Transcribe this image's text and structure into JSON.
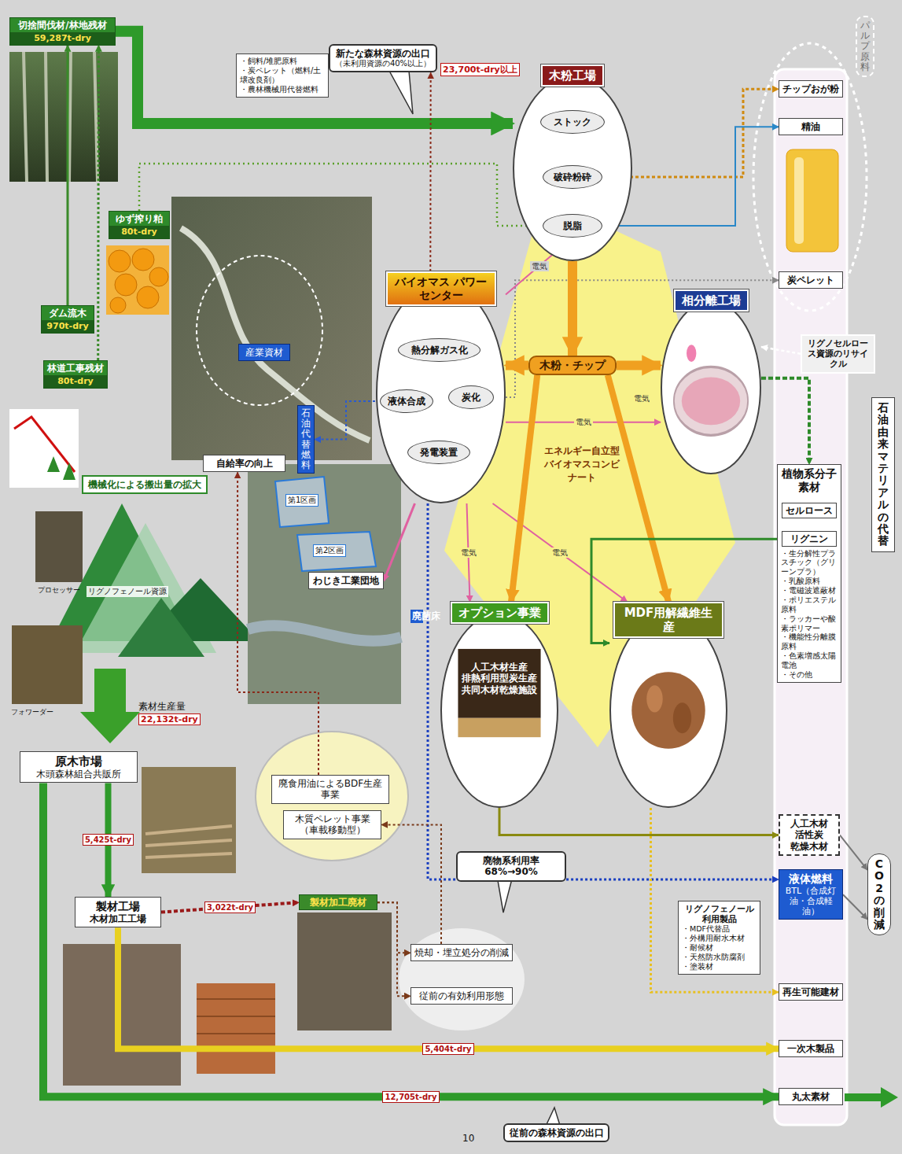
{
  "diagram": {
    "nodes": [
      {
        "text": [
          "切捨間伐材/林地残材",
          "59,287t-dry"
        ]
      },
      {
        "text": [
          "ゆず搾り粕",
          "80t-dry"
        ]
      },
      {
        "text": [
          "ダム流木",
          "970t-dry"
        ]
      },
      {
        "text": [
          "林道工事残材",
          "80t-dry"
        ]
      },
      {
        "text": [
          "・飼料/堆肥原料",
          "・炭ペレット（燃料/土壌改良剤）",
          "・農林機械用代替燃料"
        ]
      },
      {
        "text": [
          "新たな森林資源の出口",
          "（未利用資源の40%以上）"
        ]
      },
      {
        "text": [
          "木粉工場"
        ]
      },
      {
        "text": [
          "ストック"
        ],
        "in": 6
      },
      {
        "text": [
          "破砕粉砕"
        ],
        "in": 6
      },
      {
        "text": [
          "脱脂"
        ],
        "in": 6
      },
      {
        "text": [
          "チップおが粉"
        ]
      },
      {
        "text": [
          "精油"
        ]
      },
      {
        "text": [
          "炭ペレット"
        ]
      },
      {
        "text": [
          "バイオマス パワーセンター"
        ]
      },
      {
        "text": [
          "熱分解ガス化"
        ],
        "in": 13
      },
      {
        "text": [
          "液体合成"
        ],
        "in": 13
      },
      {
        "text": [
          "炭化"
        ],
        "in": 13
      },
      {
        "text": [
          "発電装置"
        ],
        "in": 13
      },
      {
        "text": [
          "相分離工場"
        ]
      },
      {
        "text": [
          "木粉・チップ"
        ]
      },
      {
        "text": [
          "オプション事業",
          "人工木材生産",
          "排熱利用型炭生産",
          "共同木材乾燥施設"
        ]
      },
      {
        "text": [
          "MDF用解繊維生産"
        ]
      },
      {
        "text": [
          "植物系分子素材",
          "・生分解性プラスチック（グリーンプラ）",
          "・乳酸原料",
          "・電磁波遮蔽材",
          "・ポリエステル原料",
          "・ラッカーや酸素ポリマー",
          "・機能性分離膜原料",
          "・色素増感太陽電池",
          "・その他"
        ]
      },
      {
        "text": [
          "セルロース"
        ],
        "in": 22
      },
      {
        "text": [
          "リグニン"
        ],
        "in": 22
      },
      {
        "text": [
          "人工木材",
          "活性炭",
          "乾燥木材"
        ]
      },
      {
        "text": [
          "液体燃料",
          "BTL（合成灯油・合成軽油）"
        ]
      },
      {
        "text": [
          "再生可能建材"
        ]
      },
      {
        "text": [
          "一次木製品"
        ]
      },
      {
        "text": [
          "丸太素材"
        ]
      },
      {
        "text": [
          "石油由来マテリアルの代替"
        ]
      },
      {
        "text": [
          "CO2の削減"
        ]
      },
      {
        "text": [
          "原木市場",
          "木頭森林組合共販所"
        ]
      },
      {
        "text": [
          "製材工場",
          "木材加工工場"
        ]
      },
      {
        "text": [
          "製材加工廃材"
        ]
      },
      {
        "text": [
          "焼却・埋立処分の削減"
        ]
      },
      {
        "text": [
          "従前の有効利用形態"
        ]
      },
      {
        "text": [
          "廃食用油によるBDF生産事業"
        ]
      },
      {
        "text": [
          "木質ペレット事業（車載移動型）"
        ]
      },
      {
        "text": [
          "リグノフェノール利用製品",
          "・MDF代替品",
          "・外構用耐水木材",
          "・耐候材",
          "・天然防水防腐剤",
          "・塗装材"
        ]
      },
      {
        "text": [
          "廃物系利用率68%→90%"
        ]
      },
      {
        "text": [
          "機械化による搬出量の拡大"
        ]
      },
      {
        "text": [
          "従前の森林資源の出口"
        ]
      },
      {
        "text": [
          "リグノセルロース資源のリサイクル"
        ]
      },
      {
        "text": [
          "産業資材"
        ]
      },
      {
        "text": [
          "石油代替燃料"
        ]
      },
      {
        "text": [
          "自給率の向上"
        ]
      },
      {
        "text": [
          "わじき工業団地"
        ]
      },
      {
        "text": [
          "パルプ原料"
        ]
      }
    ],
    "edges": [
      {
        "from": 0,
        "to": 6,
        "arrow": "to"
      },
      {
        "from": 1,
        "to": 9,
        "arrow": "to"
      },
      {
        "from": 2,
        "to": 0,
        "arrow": "to"
      },
      {
        "from": 3,
        "to": 0,
        "arrow": "to"
      },
      {
        "from": 7,
        "to": 8,
        "arrow": "to"
      },
      {
        "from": 8,
        "to": 9,
        "arrow": "to"
      },
      {
        "from": 8,
        "to": 10,
        "arrow": "to"
      },
      {
        "from": 9,
        "to": 11,
        "arrow": "to"
      },
      {
        "from": 16,
        "to": 12,
        "arrow": "to"
      },
      {
        "from": 13,
        "to": 5,
        "arrow": "to"
      },
      {
        "from": 14,
        "to": 15,
        "arrow": "to"
      },
      {
        "from": 14,
        "to": 16,
        "arrow": "to"
      },
      {
        "from": 14,
        "to": 17,
        "arrow": "to"
      },
      {
        "from": 15,
        "to": 45,
        "arrow": "to"
      },
      {
        "from": 13,
        "to": 47,
        "arrow": "to"
      },
      {
        "from": 13,
        "to": 9,
        "label": "電気",
        "arrow": "to"
      },
      {
        "from": 13,
        "to": 18,
        "label": "電気",
        "arrow": "to"
      },
      {
        "from": 13,
        "to": 20,
        "label": "電気",
        "arrow": "to"
      },
      {
        "from": 13,
        "to": 21,
        "label": "電気",
        "arrow": "to"
      },
      {
        "from": 6,
        "to": 19,
        "arrow": "to"
      },
      {
        "from": 19,
        "to": 13,
        "arrow": "to"
      },
      {
        "from": 19,
        "to": 18,
        "arrow": "to"
      },
      {
        "from": 19,
        "to": 20,
        "arrow": "to"
      },
      {
        "from": 19,
        "to": 21,
        "arrow": "to"
      },
      {
        "from": 18,
        "to": 22,
        "arrow": "to"
      },
      {
        "from": 24,
        "to": 21,
        "arrow": "to"
      },
      {
        "from": 43,
        "to": 18,
        "arrow": "to"
      },
      {
        "from": 20,
        "to": 25,
        "arrow": "to"
      },
      {
        "from": 13,
        "to": 26,
        "arrow": "to"
      },
      {
        "from": 21,
        "to": 27,
        "arrow": "to"
      },
      {
        "from": 33,
        "to": 28,
        "label": "5,404t-dry",
        "arrow": "to"
      },
      {
        "from": 32,
        "to": 29,
        "label": "12,705t-dry",
        "arrow": "to"
      },
      {
        "from": 32,
        "to": 33,
        "label": "5,425t-dry",
        "arrow": "to"
      },
      {
        "from": 33,
        "to": 34,
        "label": "3,022t-dry",
        "arrow": "to"
      },
      {
        "from": 34,
        "to": 35,
        "arrow": "to"
      },
      {
        "from": 34,
        "to": 36,
        "arrow": "to"
      },
      {
        "from": 35,
        "to": 38,
        "arrow": "to"
      },
      {
        "from": 37,
        "to": 46,
        "arrow": "to"
      },
      {
        "from": 25,
        "to": 31,
        "arrow": "to"
      },
      {
        "from": 26,
        "to": 31,
        "arrow": "to"
      }
    ],
    "labels": [
      "23,700t-dry以上",
      "電気",
      "素材生産量",
      "22,132t-dry",
      "リグノフェノール資源",
      "プロセッサー",
      "フォワーダー",
      "第1区画",
      "第2区画",
      "廃菌床",
      "10",
      "エネルギー自立型 バイオマスコンビナート"
    ]
  }
}
